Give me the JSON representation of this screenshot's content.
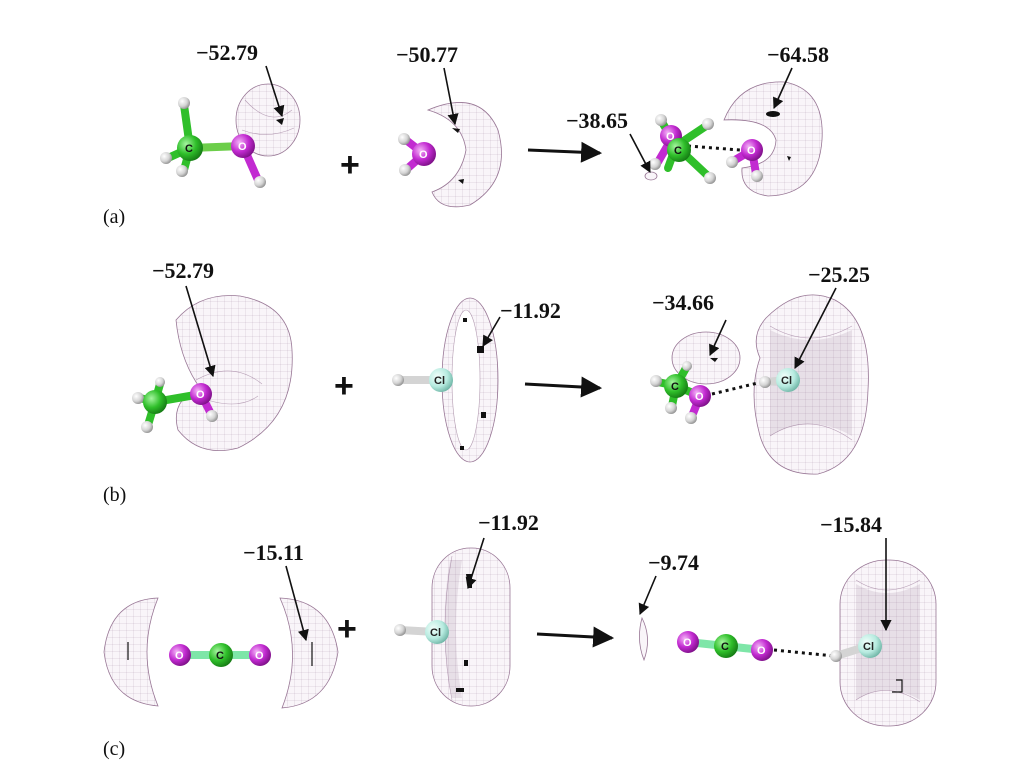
{
  "panels": {
    "a": {
      "label": "(a)",
      "values": [
        "−52.79",
        "−50.77",
        "−38.65",
        "−64.58"
      ],
      "atoms": [
        "C",
        "O",
        "O",
        "C",
        "O"
      ]
    },
    "b": {
      "label": "(b)",
      "values": [
        "−52.79",
        "−11.92",
        "−34.66",
        "−25.25"
      ],
      "atoms": [
        "O",
        "Cl",
        "C",
        "O",
        "Cl"
      ]
    },
    "c": {
      "label": "(c)",
      "values": [
        "−15.11",
        "−11.92",
        "−9.74",
        "−15.84"
      ],
      "atoms": [
        "O",
        "C",
        "O",
        "Cl",
        "O",
        "C",
        "O",
        "Cl"
      ]
    }
  },
  "symbols": {
    "plus": "+"
  },
  "colors": {
    "carbon": "#2fbf2a",
    "oxygen": "#c22ad1",
    "hydrogen": "#d4d4d4",
    "chlorine": "#b7ebe0",
    "isosurface": "#6d3f6a"
  }
}
